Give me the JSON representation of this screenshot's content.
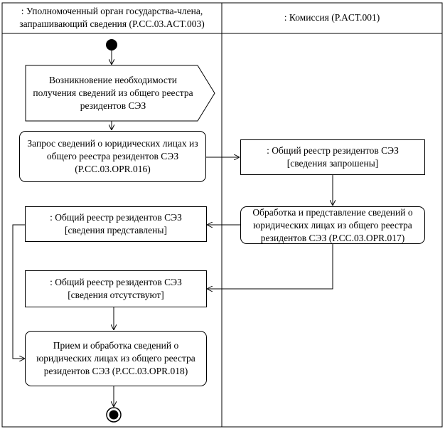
{
  "swimlanes": [
    {
      "title_line1": ": Уполномоченный орган государства-члена,",
      "title_line2": "запрашивающий сведения (P.CC.03.ACT.003)"
    },
    {
      "title_line1": ": Комиссия (P.ACT.001)",
      "title_line2": ""
    }
  ],
  "nodes": {
    "signal": {
      "line1": "Возникновение необходимости",
      "line2": "получения сведений из общего реестра",
      "line3": "резидентов СЭЗ"
    },
    "request": {
      "line1": "Запрос сведений о юридических лицах из",
      "line2": "общего реестра резидентов СЭЗ",
      "line3": "(P.CC.03.OPR.016)"
    },
    "obj_requested": {
      "line1": ": Общий реестр резидентов СЭЗ",
      "line2": "[сведения запрошены]"
    },
    "process": {
      "line1": "Обработка и представление сведений о",
      "line2": "юридических лицах из общего реестра",
      "line3": "резидентов СЭЗ (P.CC.03.OPR.017)"
    },
    "obj_provided": {
      "line1": ": Общий реестр резидентов СЭЗ",
      "line2": "[сведения представлены]"
    },
    "obj_absent": {
      "line1": ": Общий реестр резидентов СЭЗ",
      "line2": "[сведения отсутствуют]"
    },
    "receive": {
      "line1": "Прием и обработка сведений о",
      "line2": "юридических лицах из общего реестра",
      "line3": "резидентов СЭЗ (P.CC.03.OPR.018)"
    }
  }
}
